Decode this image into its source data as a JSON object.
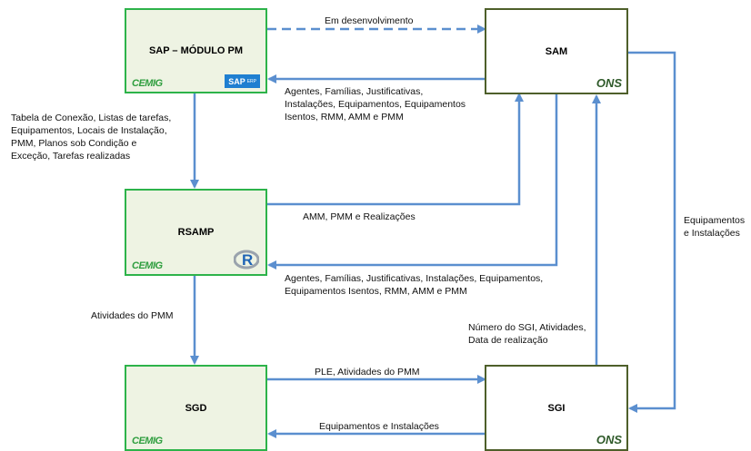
{
  "boxes": {
    "sap": {
      "title": "SAP – MÓDULO PM",
      "logo": "CEMIG",
      "badge": "SAP",
      "badge_sub": "ERP"
    },
    "sam": {
      "title": "SAM",
      "logo": "ONS"
    },
    "rsamp": {
      "title": "RSAMP",
      "logo": "CEMIG",
      "badge": "R"
    },
    "sgd": {
      "title": "SGD",
      "logo": "CEMIG"
    },
    "sgi": {
      "title": "SGI",
      "logo": "ONS"
    }
  },
  "flows": {
    "sap_to_sam": "Em desenvolvimento",
    "sam_to_sap": "Agentes, Famílias, Justificativas,\nInstalações, Equipamentos, Equipamentos\nIsentos, RMM, AMM e PMM",
    "sap_to_rsamp": "Tabela de Conexão, Listas de tarefas,\nEquipamentos, Locais de Instalação,\nPMM, Planos sob Condição e\nExceção, Tarefas realizadas",
    "rsamp_to_sam": "AMM, PMM e Realizações",
    "sam_to_rsamp": "Agentes, Famílias, Justificativas, Instalações, Equipamentos,\nEquipamentos Isentos, RMM, AMM e PMM",
    "rsamp_to_sgd": "Atividades do PMM",
    "sgi_to_sam": "Número do SGI, Atividades,\nData de realização",
    "sam_to_sgi": "Equipamentos\ne Instalações",
    "sgd_to_sgi": "PLE, Atividades do PMM",
    "sgi_to_sgd": "Equipamentos e Instalações"
  },
  "colors": {
    "arrow": "#5b8fcf",
    "cemig_border": "#2db34a",
    "ons_border": "#4e5f2a",
    "box_fill": "#eef3e3"
  }
}
